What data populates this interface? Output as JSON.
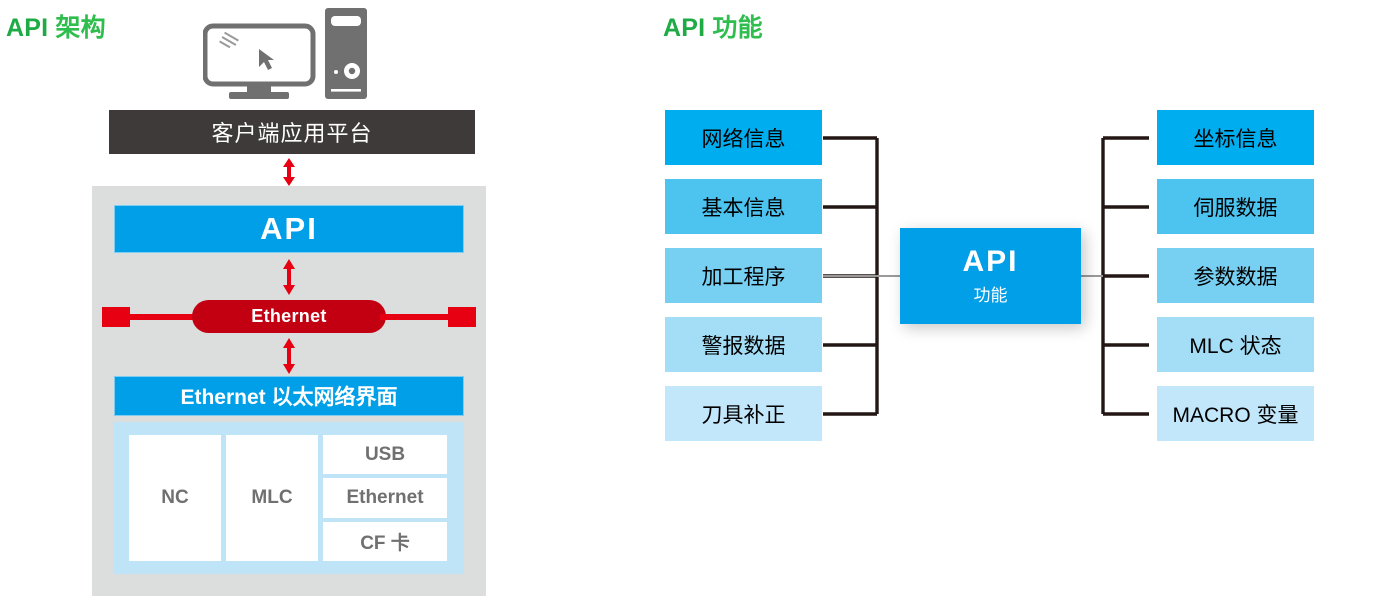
{
  "left_panel": {
    "title_latin": "API",
    "title_cjk": " 架构",
    "icons": {
      "monitor": "monitor-icon",
      "tower": "desktop-tower-icon",
      "cursor": "mouse-pointer-icon"
    },
    "client_platform": "客户端应用平台",
    "api_bar": "API",
    "ethernet_pill": "Ethernet",
    "eth_interface": "Ethernet 以太网络界面",
    "eth_interface_latin": "Ethernet",
    "eth_interface_cjk": " 以太网络界面",
    "hardware": {
      "nc": "NC",
      "mlc": "MLC",
      "io": [
        "USB",
        "Ethernet",
        "CF 卡"
      ]
    },
    "colors": {
      "title_green": "#23b14c",
      "dark_bar": "#3e3a39",
      "gray_container": "#dcdddd",
      "blue": "#009fe8",
      "light_blue_panel": "#bfe4f8",
      "bus_red": "#e60012",
      "pill_red": "#c30012"
    }
  },
  "right_panel": {
    "title_latin": "API",
    "title_cjk": " 功能",
    "center": {
      "title": "API",
      "subtitle": "功能"
    },
    "left_items": [
      {
        "label": "网络信息",
        "color": "#00adee"
      },
      {
        "label": "基本信息",
        "color": "#4dc3ef"
      },
      {
        "label": "加工程序",
        "color": "#77cff2"
      },
      {
        "label": "警报数据",
        "color": "#a3ddf6"
      },
      {
        "label": "刀具补正",
        "color": "#c3e7fa"
      }
    ],
    "right_items": [
      {
        "label": "坐标信息",
        "color": "#00adee"
      },
      {
        "label": "伺服数据",
        "color": "#4dc3ef"
      },
      {
        "label": "参数数据",
        "color": "#77cff2"
      },
      {
        "label": "MLC 状态",
        "color": "#a3ddf6"
      },
      {
        "label": "MACRO 变量",
        "color": "#c3e7fa"
      }
    ],
    "connector_color": "#221714"
  }
}
